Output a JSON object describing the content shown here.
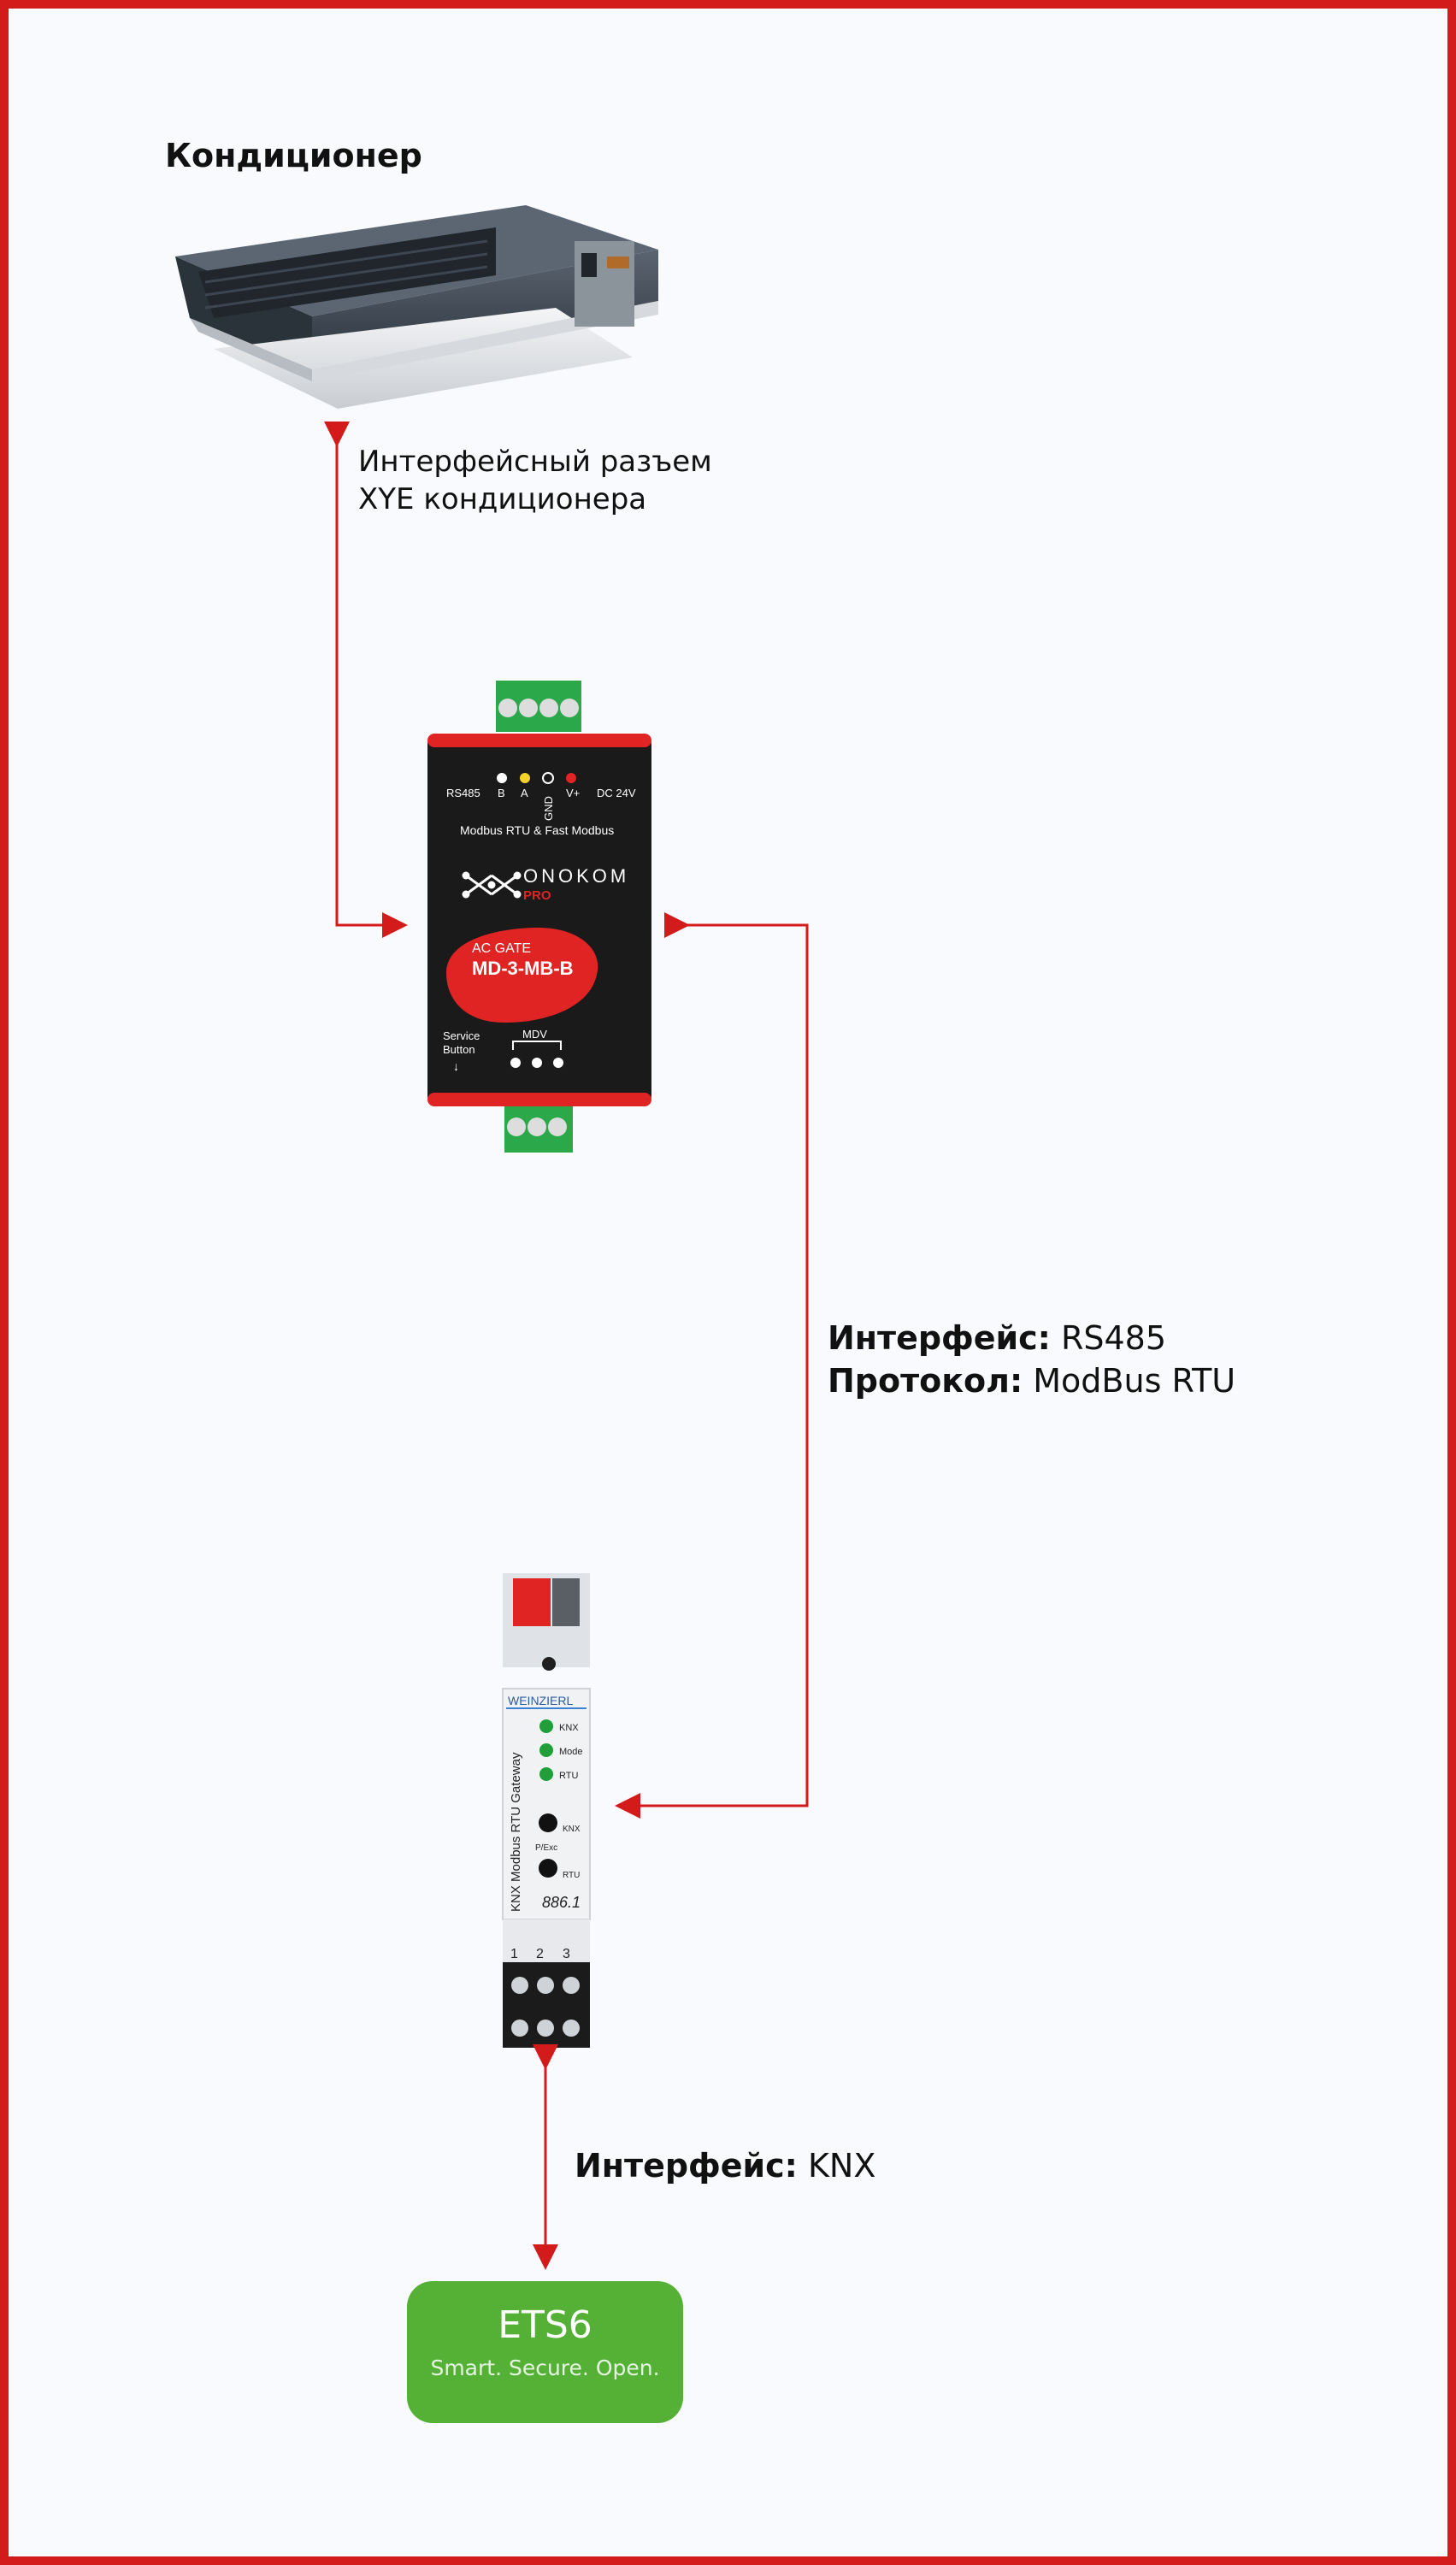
{
  "title": "Кондиционер",
  "ac_note": {
    "line1": "Интерфейсный разъем",
    "line2": "XYE кондиционера"
  },
  "gateway": {
    "rs485_label": "RS485",
    "pin_b": "B",
    "pin_a": "A",
    "pin_gnd": "GND",
    "pin_vplus": "V+",
    "power_label": "DC 24V",
    "protocol_line": "Modbus RTU & Fast Modbus",
    "brand": "ONOKOM",
    "brand_sub": "PRO",
    "model_prefix": "AC GATE",
    "model": "MD-3-MB-B",
    "service_button": "Service",
    "service_button2": "Button",
    "mdv_label": "MDV"
  },
  "knx_gateway": {
    "brand": "WEINZIERL",
    "vertical_label": "KNX Modbus RTU Gateway",
    "led_knx": "KNX",
    "led_mode": "Mode",
    "led_rtu": "RTU",
    "btn_knx": "KNX",
    "btn_prog": "P/Exc",
    "btn_rtu": "RTU",
    "model_number": "886.1",
    "term_1": "1",
    "term_2": "2",
    "term_3": "3"
  },
  "link_rs485": {
    "interface_label": "Интерфейс:",
    "interface_value": "RS485",
    "protocol_label": "Протокол:",
    "protocol_value": "ModBus RTU"
  },
  "link_knx": {
    "interface_label": "Интерфейс:",
    "interface_value": "KNX"
  },
  "ets": {
    "title": "ETS6",
    "slogan": "Smart. Secure. Open."
  },
  "colors": {
    "frame": "#d41b1b",
    "arrow": "#d41b1b",
    "ets_green": "#54b136",
    "gateway_body": "#1a1a1a",
    "gateway_accent": "#e02424",
    "terminal_green": "#2aa84a"
  }
}
